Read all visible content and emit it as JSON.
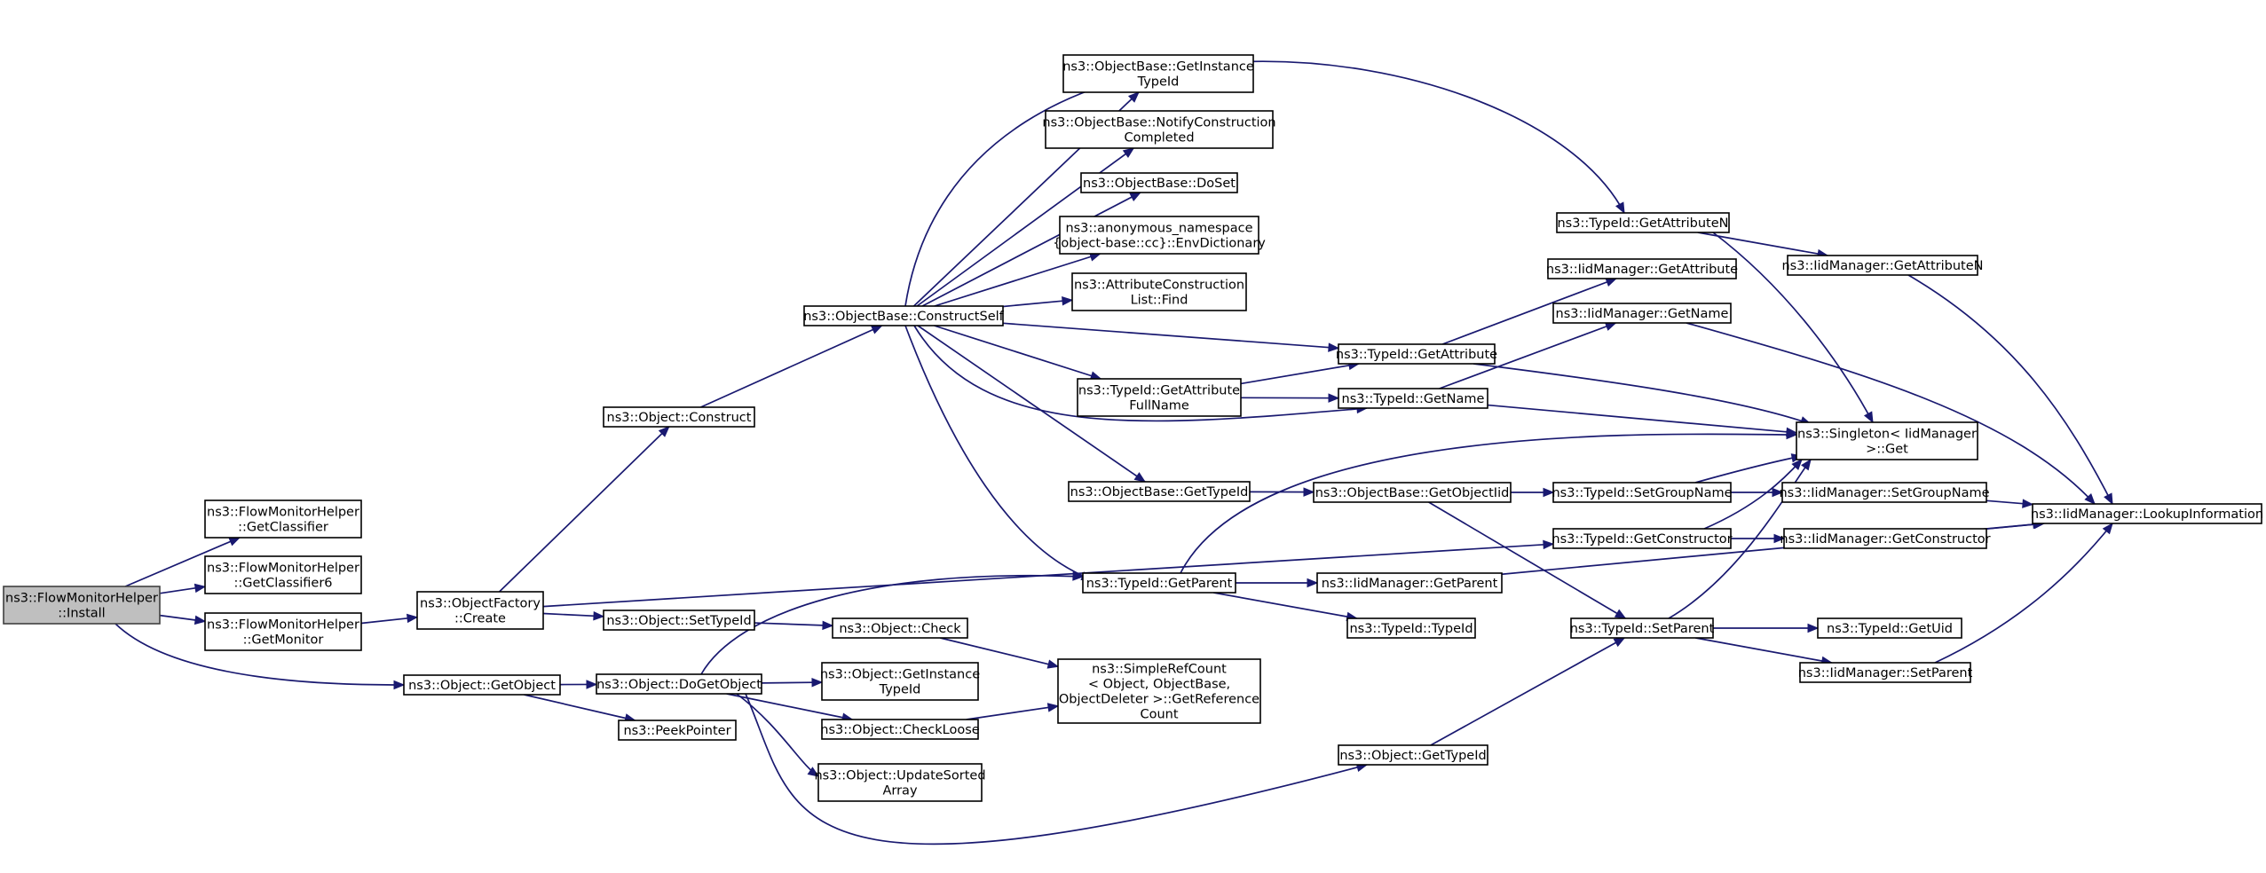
{
  "nodes": [
    {
      "id": "install",
      "lines": [
        "ns3::FlowMonitorHelper",
        "::Install"
      ]
    },
    {
      "id": "getClassifier",
      "lines": [
        "ns3::FlowMonitorHelper",
        "::GetClassifier"
      ]
    },
    {
      "id": "getClassifier6",
      "lines": [
        "ns3::FlowMonitorHelper",
        "::GetClassifier6"
      ]
    },
    {
      "id": "getMonitor",
      "lines": [
        "ns3::FlowMonitorHelper",
        "::GetMonitor"
      ]
    },
    {
      "id": "getObject",
      "lines": [
        "ns3::Object::GetObject"
      ]
    },
    {
      "id": "ofCreate",
      "lines": [
        "ns3::ObjectFactory",
        "::Create"
      ]
    },
    {
      "id": "construct",
      "lines": [
        "ns3::Object::Construct"
      ]
    },
    {
      "id": "setTypeId",
      "lines": [
        "ns3::Object::SetTypeId"
      ]
    },
    {
      "id": "doGetObject",
      "lines": [
        "ns3::Object::DoGetObject"
      ]
    },
    {
      "id": "peekPointer",
      "lines": [
        "ns3::PeekPointer"
      ]
    },
    {
      "id": "constructSelf",
      "lines": [
        "ns3::ObjectBase::ConstructSelf"
      ]
    },
    {
      "id": "check",
      "lines": [
        "ns3::Object::Check"
      ]
    },
    {
      "id": "getInstanceTypeId2",
      "lines": [
        "ns3::Object::GetInstance",
        "TypeId"
      ]
    },
    {
      "id": "checkLoose",
      "lines": [
        "ns3::Object::CheckLoose"
      ]
    },
    {
      "id": "updateSorted",
      "lines": [
        "ns3::Object::UpdateSorted",
        "Array"
      ]
    },
    {
      "id": "getInstanceTypeId",
      "lines": [
        "ns3::ObjectBase::GetInstance",
        "TypeId"
      ]
    },
    {
      "id": "notifyConstruction",
      "lines": [
        "ns3::ObjectBase::NotifyConstruction",
        "Completed"
      ]
    },
    {
      "id": "doSet",
      "lines": [
        "ns3::ObjectBase::DoSet"
      ]
    },
    {
      "id": "envDictionary",
      "lines": [
        "ns3::anonymous_namespace",
        "{object-base::cc}::EnvDictionary"
      ]
    },
    {
      "id": "attrConstructionFind",
      "lines": [
        "ns3::AttributeConstruction",
        "List::Find"
      ]
    },
    {
      "id": "getAttributeFullName",
      "lines": [
        "ns3::TypeId::GetAttribute",
        "FullName"
      ]
    },
    {
      "id": "obGetTypeId",
      "lines": [
        "ns3::ObjectBase::GetTypeId"
      ]
    },
    {
      "id": "getParent",
      "lines": [
        "ns3::TypeId::GetParent"
      ]
    },
    {
      "id": "simpleRefCount",
      "lines": [
        "ns3::SimpleRefCount",
        "< Object, ObjectBase,",
        "ObjectDeleter >::GetReference",
        "Count"
      ]
    },
    {
      "id": "objGetTypeId",
      "lines": [
        "ns3::Object::GetTypeId"
      ]
    },
    {
      "id": "getAttributeN",
      "lines": [
        "ns3::TypeId::GetAttributeN"
      ]
    },
    {
      "id": "getAttribute",
      "lines": [
        "ns3::TypeId::GetAttribute"
      ]
    },
    {
      "id": "getName",
      "lines": [
        "ns3::TypeId::GetName"
      ]
    },
    {
      "id": "getObjectIid",
      "lines": [
        "ns3::ObjectBase::GetObjectIid"
      ]
    },
    {
      "id": "tidTypeId",
      "lines": [
        "ns3::TypeId::TypeId"
      ]
    },
    {
      "id": "iidGetParent",
      "lines": [
        "ns3::IidManager::GetParent"
      ]
    },
    {
      "id": "iidGetAttribute",
      "lines": [
        "ns3::IidManager::GetAttribute"
      ]
    },
    {
      "id": "iidGetName",
      "lines": [
        "ns3::IidManager::GetName"
      ]
    },
    {
      "id": "setGroupName",
      "lines": [
        "ns3::TypeId::SetGroupName"
      ]
    },
    {
      "id": "getConstructor",
      "lines": [
        "ns3::TypeId::GetConstructor"
      ]
    },
    {
      "id": "setParent",
      "lines": [
        "ns3::TypeId::SetParent"
      ]
    },
    {
      "id": "iidGetAttributeN",
      "lines": [
        "ns3::IidManager::GetAttributeN"
      ]
    },
    {
      "id": "singletonGet",
      "lines": [
        "ns3::Singleton< IidManager",
        " >::Get"
      ]
    },
    {
      "id": "iidSetGroupName",
      "lines": [
        "ns3::IidManager::SetGroupName"
      ]
    },
    {
      "id": "iidGetConstructor",
      "lines": [
        "ns3::IidManager::GetConstructor"
      ]
    },
    {
      "id": "getUid",
      "lines": [
        "ns3::TypeId::GetUid"
      ]
    },
    {
      "id": "iidSetParent",
      "lines": [
        "ns3::IidManager::SetParent"
      ]
    },
    {
      "id": "lookupInformation",
      "lines": [
        "ns3::IidManager::LookupInformation"
      ]
    }
  ],
  "edges": [
    [
      "install",
      "getClassifier"
    ],
    [
      "install",
      "getClassifier6"
    ],
    [
      "install",
      "getMonitor"
    ],
    [
      "install",
      "getObject"
    ],
    [
      "getMonitor",
      "ofCreate"
    ],
    [
      "ofCreate",
      "construct"
    ],
    [
      "ofCreate",
      "setTypeId"
    ],
    [
      "ofCreate",
      "getConstructor"
    ],
    [
      "construct",
      "constructSelf"
    ],
    [
      "setTypeId",
      "check"
    ],
    [
      "getObject",
      "doGetObject"
    ],
    [
      "getObject",
      "peekPointer"
    ],
    [
      "doGetObject",
      "getParent"
    ],
    [
      "doGetObject",
      "getInstanceTypeId2"
    ],
    [
      "doGetObject",
      "checkLoose"
    ],
    [
      "doGetObject",
      "updateSorted"
    ],
    [
      "doGetObject",
      "objGetTypeId"
    ],
    [
      "check",
      "simpleRefCount"
    ],
    [
      "checkLoose",
      "simpleRefCount"
    ],
    [
      "constructSelf",
      "getAttributeN"
    ],
    [
      "constructSelf",
      "getInstanceTypeId"
    ],
    [
      "constructSelf",
      "notifyConstruction"
    ],
    [
      "constructSelf",
      "doSet"
    ],
    [
      "constructSelf",
      "envDictionary"
    ],
    [
      "constructSelf",
      "attrConstructionFind"
    ],
    [
      "constructSelf",
      "getAttribute"
    ],
    [
      "constructSelf",
      "getAttributeFullName"
    ],
    [
      "constructSelf",
      "getName"
    ],
    [
      "constructSelf",
      "obGetTypeId"
    ],
    [
      "constructSelf",
      "getParent"
    ],
    [
      "getAttributeFullName",
      "getAttribute"
    ],
    [
      "getAttributeFullName",
      "getName"
    ],
    [
      "obGetTypeId",
      "getObjectIid"
    ],
    [
      "getParent",
      "singletonGet"
    ],
    [
      "getParent",
      "iidGetParent"
    ],
    [
      "getParent",
      "tidTypeId"
    ],
    [
      "objGetTypeId",
      "setParent"
    ],
    [
      "getAttributeN",
      "iidGetAttributeN"
    ],
    [
      "getAttributeN",
      "singletonGet"
    ],
    [
      "getAttribute",
      "iidGetAttribute"
    ],
    [
      "getAttribute",
      "singletonGet"
    ],
    [
      "getName",
      "iidGetName"
    ],
    [
      "getName",
      "singletonGet"
    ],
    [
      "getObjectIid",
      "setGroupName"
    ],
    [
      "getObjectIid",
      "setParent"
    ],
    [
      "setGroupName",
      "singletonGet"
    ],
    [
      "setGroupName",
      "iidSetGroupName"
    ],
    [
      "getConstructor",
      "singletonGet"
    ],
    [
      "getConstructor",
      "iidGetConstructor"
    ],
    [
      "setParent",
      "singletonGet"
    ],
    [
      "setParent",
      "getUid"
    ],
    [
      "setParent",
      "iidSetParent"
    ],
    [
      "iidGetParent",
      "lookupInformation"
    ],
    [
      "iidGetName",
      "lookupInformation"
    ],
    [
      "iidGetAttributeN",
      "lookupInformation"
    ],
    [
      "iidSetGroupName",
      "lookupInformation"
    ],
    [
      "iidGetConstructor",
      "lookupInformation"
    ],
    [
      "iidSetParent",
      "lookupInformation"
    ]
  ],
  "colors": {
    "edge": "#191970",
    "root_fill": "#bfbfbf",
    "node_fill": "#ffffff",
    "node_stroke": "#000000"
  }
}
